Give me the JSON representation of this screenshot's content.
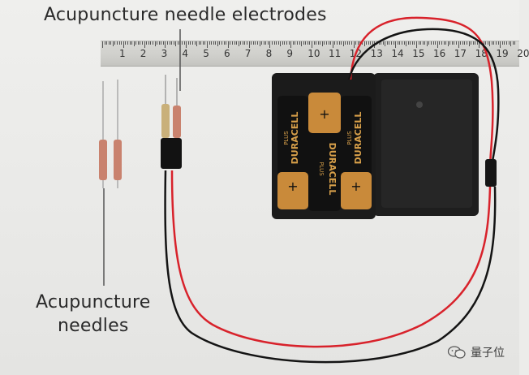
{
  "labels": {
    "electrodes": "Acupuncture needle electrodes",
    "needles_line1": "Acupuncture",
    "needles_line2": "needles"
  },
  "ruler": {
    "numbers": [
      "1",
      "2",
      "3",
      "4",
      "5",
      "6",
      "7",
      "8",
      "9",
      "10",
      "11",
      "12",
      "13",
      "14",
      "15",
      "16",
      "17",
      "18",
      "19",
      "20"
    ]
  },
  "batteries": {
    "brand": "DURACELL",
    "sub": "PLUS",
    "plus_sign": "+"
  },
  "watermark": {
    "text": "量子位",
    "icon": "wechat-icon"
  },
  "colors": {
    "wire_red": "#d8222b",
    "wire_black": "#141414",
    "battery_copper": "#c98a3a",
    "battery_black": "#111111",
    "case_black": "#1b1b1b",
    "needle_handle": "#c9826e"
  }
}
